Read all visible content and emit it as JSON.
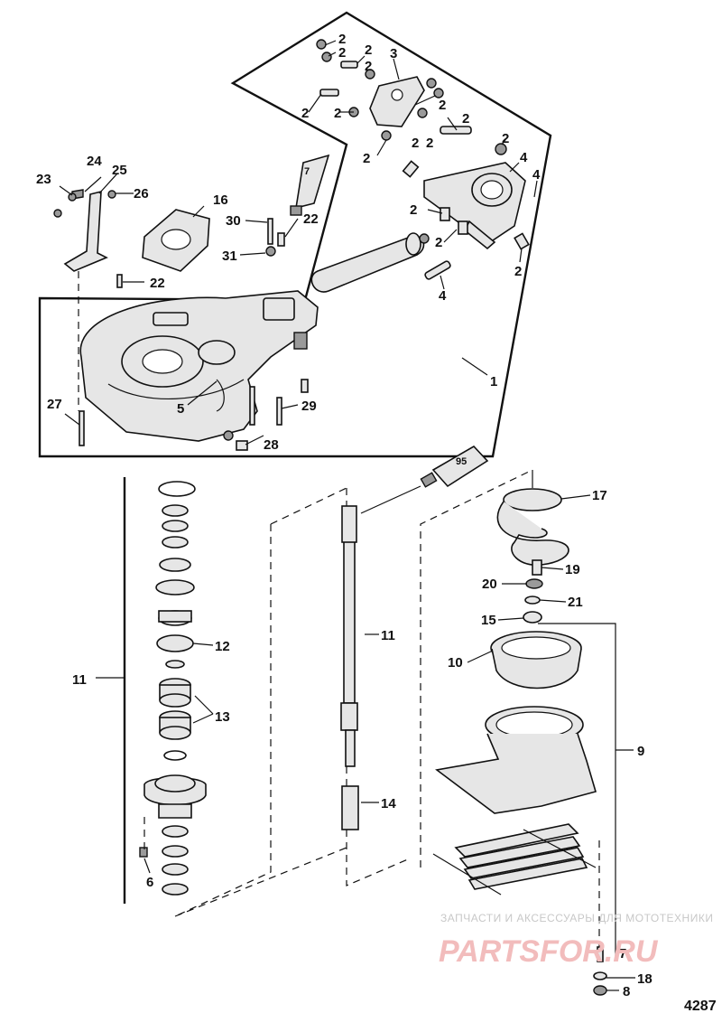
{
  "diagram": {
    "callouts": {
      "c1": "1",
      "c2": "2",
      "c3": "3",
      "c4": "4",
      "c5": "5",
      "c6": "6",
      "c7": "7",
      "c8": "8",
      "c9": "9",
      "c10": "10",
      "c11": "11",
      "c12": "12",
      "c13": "13",
      "c14": "14",
      "c15": "15",
      "c16": "16",
      "c17": "17",
      "c18": "18",
      "c19": "19",
      "c20": "20",
      "c21": "21",
      "c22": "22",
      "c23": "23",
      "c24": "24",
      "c25": "25",
      "c26": "26",
      "c27": "27",
      "c28": "28",
      "c29": "29",
      "c30": "30",
      "c31": "31"
    },
    "tube_labels": {
      "tube_7": "7",
      "tube_95": "95"
    },
    "figure_number": "4287",
    "watermark": {
      "caption": "ЗАПЧАСТИ И АКСЕССУАРЫ ДЛЯ МОТОТЕХНИКИ",
      "brand": "PARTSFOR.RU"
    }
  }
}
